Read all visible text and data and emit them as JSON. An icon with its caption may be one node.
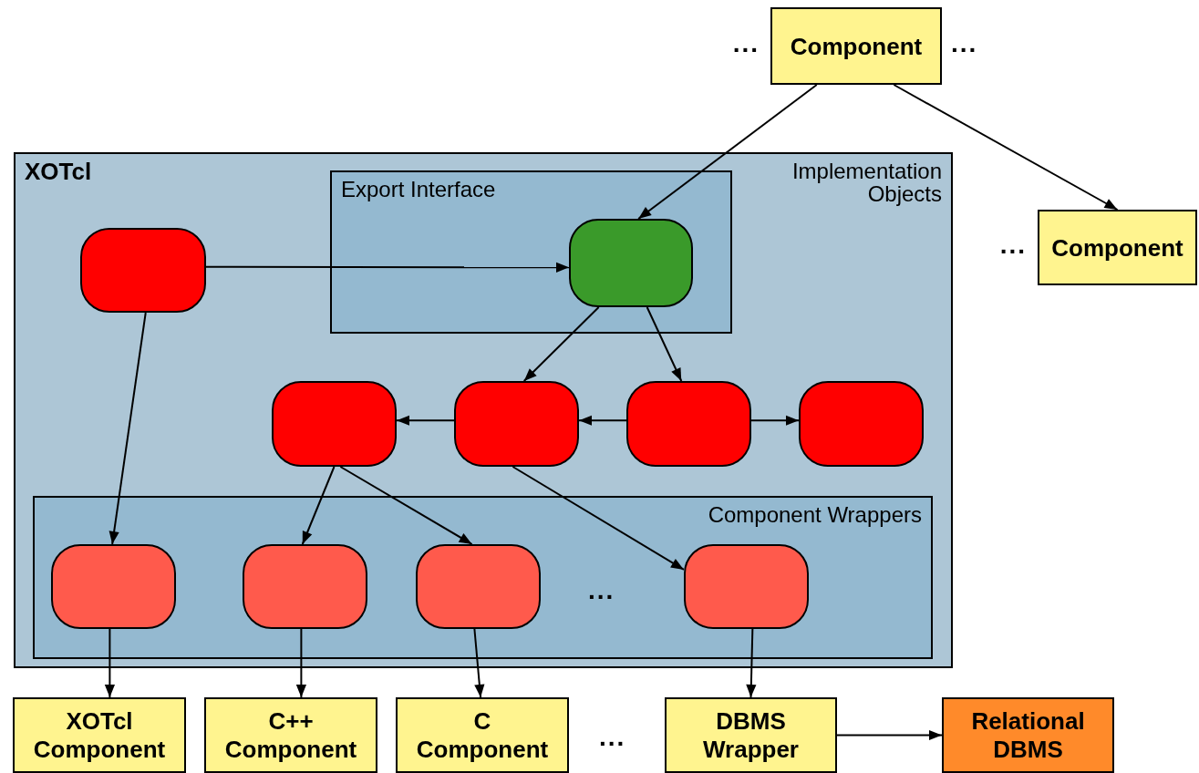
{
  "diagram": {
    "nodes": [
      {
        "text": [
          "Component"
        ],
        "beside": [
          "...",
          "..."
        ]
      },
      {
        "text": [
          "Component"
        ],
        "beside": [
          "..."
        ]
      },
      {
        "text": [
          "XOTcl",
          "Implementation Objects"
        ]
      },
      {
        "text": [
          "Export Interface"
        ],
        "in": 2
      },
      {
        "text": [],
        "shape": "box",
        "in": 2
      },
      {
        "text": [],
        "shape": "box",
        "in": 3
      },
      {
        "text": [],
        "shape": "box",
        "in": 2
      },
      {
        "text": [],
        "shape": "box",
        "in": 2
      },
      {
        "text": [],
        "shape": "box",
        "in": 2
      },
      {
        "text": [],
        "shape": "box",
        "in": 2
      },
      {
        "text": [
          "Component Wrappers"
        ],
        "in": 2
      },
      {
        "text": [],
        "shape": "box",
        "in": 10
      },
      {
        "text": [],
        "shape": "box",
        "in": 10
      },
      {
        "text": [],
        "shape": "box",
        "in": 10
      },
      {
        "text": [],
        "shape": "box",
        "in": 10
      },
      {
        "text": [
          "XOTcl Component"
        ]
      },
      {
        "text": [
          "C++ Component"
        ]
      },
      {
        "text": [
          "C Component"
        ]
      },
      {
        "text": [
          "DBMS Wrapper"
        ]
      },
      {
        "text": [
          "Relational DBMS"
        ]
      }
    ],
    "edges": [
      {
        "from": 0,
        "to": 5,
        "arrow": "to"
      },
      {
        "from": 0,
        "to": 1,
        "arrow": "to"
      },
      {
        "from": 4,
        "to": 5,
        "arrow": "to"
      },
      {
        "from": 4,
        "to": 11,
        "arrow": "to"
      },
      {
        "from": 5,
        "to": 7,
        "arrow": "to"
      },
      {
        "from": 5,
        "to": 8,
        "arrow": "to"
      },
      {
        "from": 7,
        "to": 6,
        "arrow": "to"
      },
      {
        "from": 8,
        "to": 7,
        "arrow": "to"
      },
      {
        "from": 8,
        "to": 9,
        "arrow": "to"
      },
      {
        "from": 6,
        "to": 12,
        "arrow": "to"
      },
      {
        "from": 6,
        "to": 13,
        "arrow": "to"
      },
      {
        "from": 7,
        "to": 14,
        "arrow": "to"
      },
      {
        "from": 11,
        "to": 15,
        "arrow": "to"
      },
      {
        "from": 12,
        "to": 16,
        "arrow": "to"
      },
      {
        "from": 13,
        "to": 17,
        "arrow": "to"
      },
      {
        "from": 14,
        "to": 18,
        "arrow": "to"
      },
      {
        "from": 18,
        "to": 19,
        "arrow": "to"
      }
    ],
    "labels": [
      "...",
      "..."
    ]
  }
}
